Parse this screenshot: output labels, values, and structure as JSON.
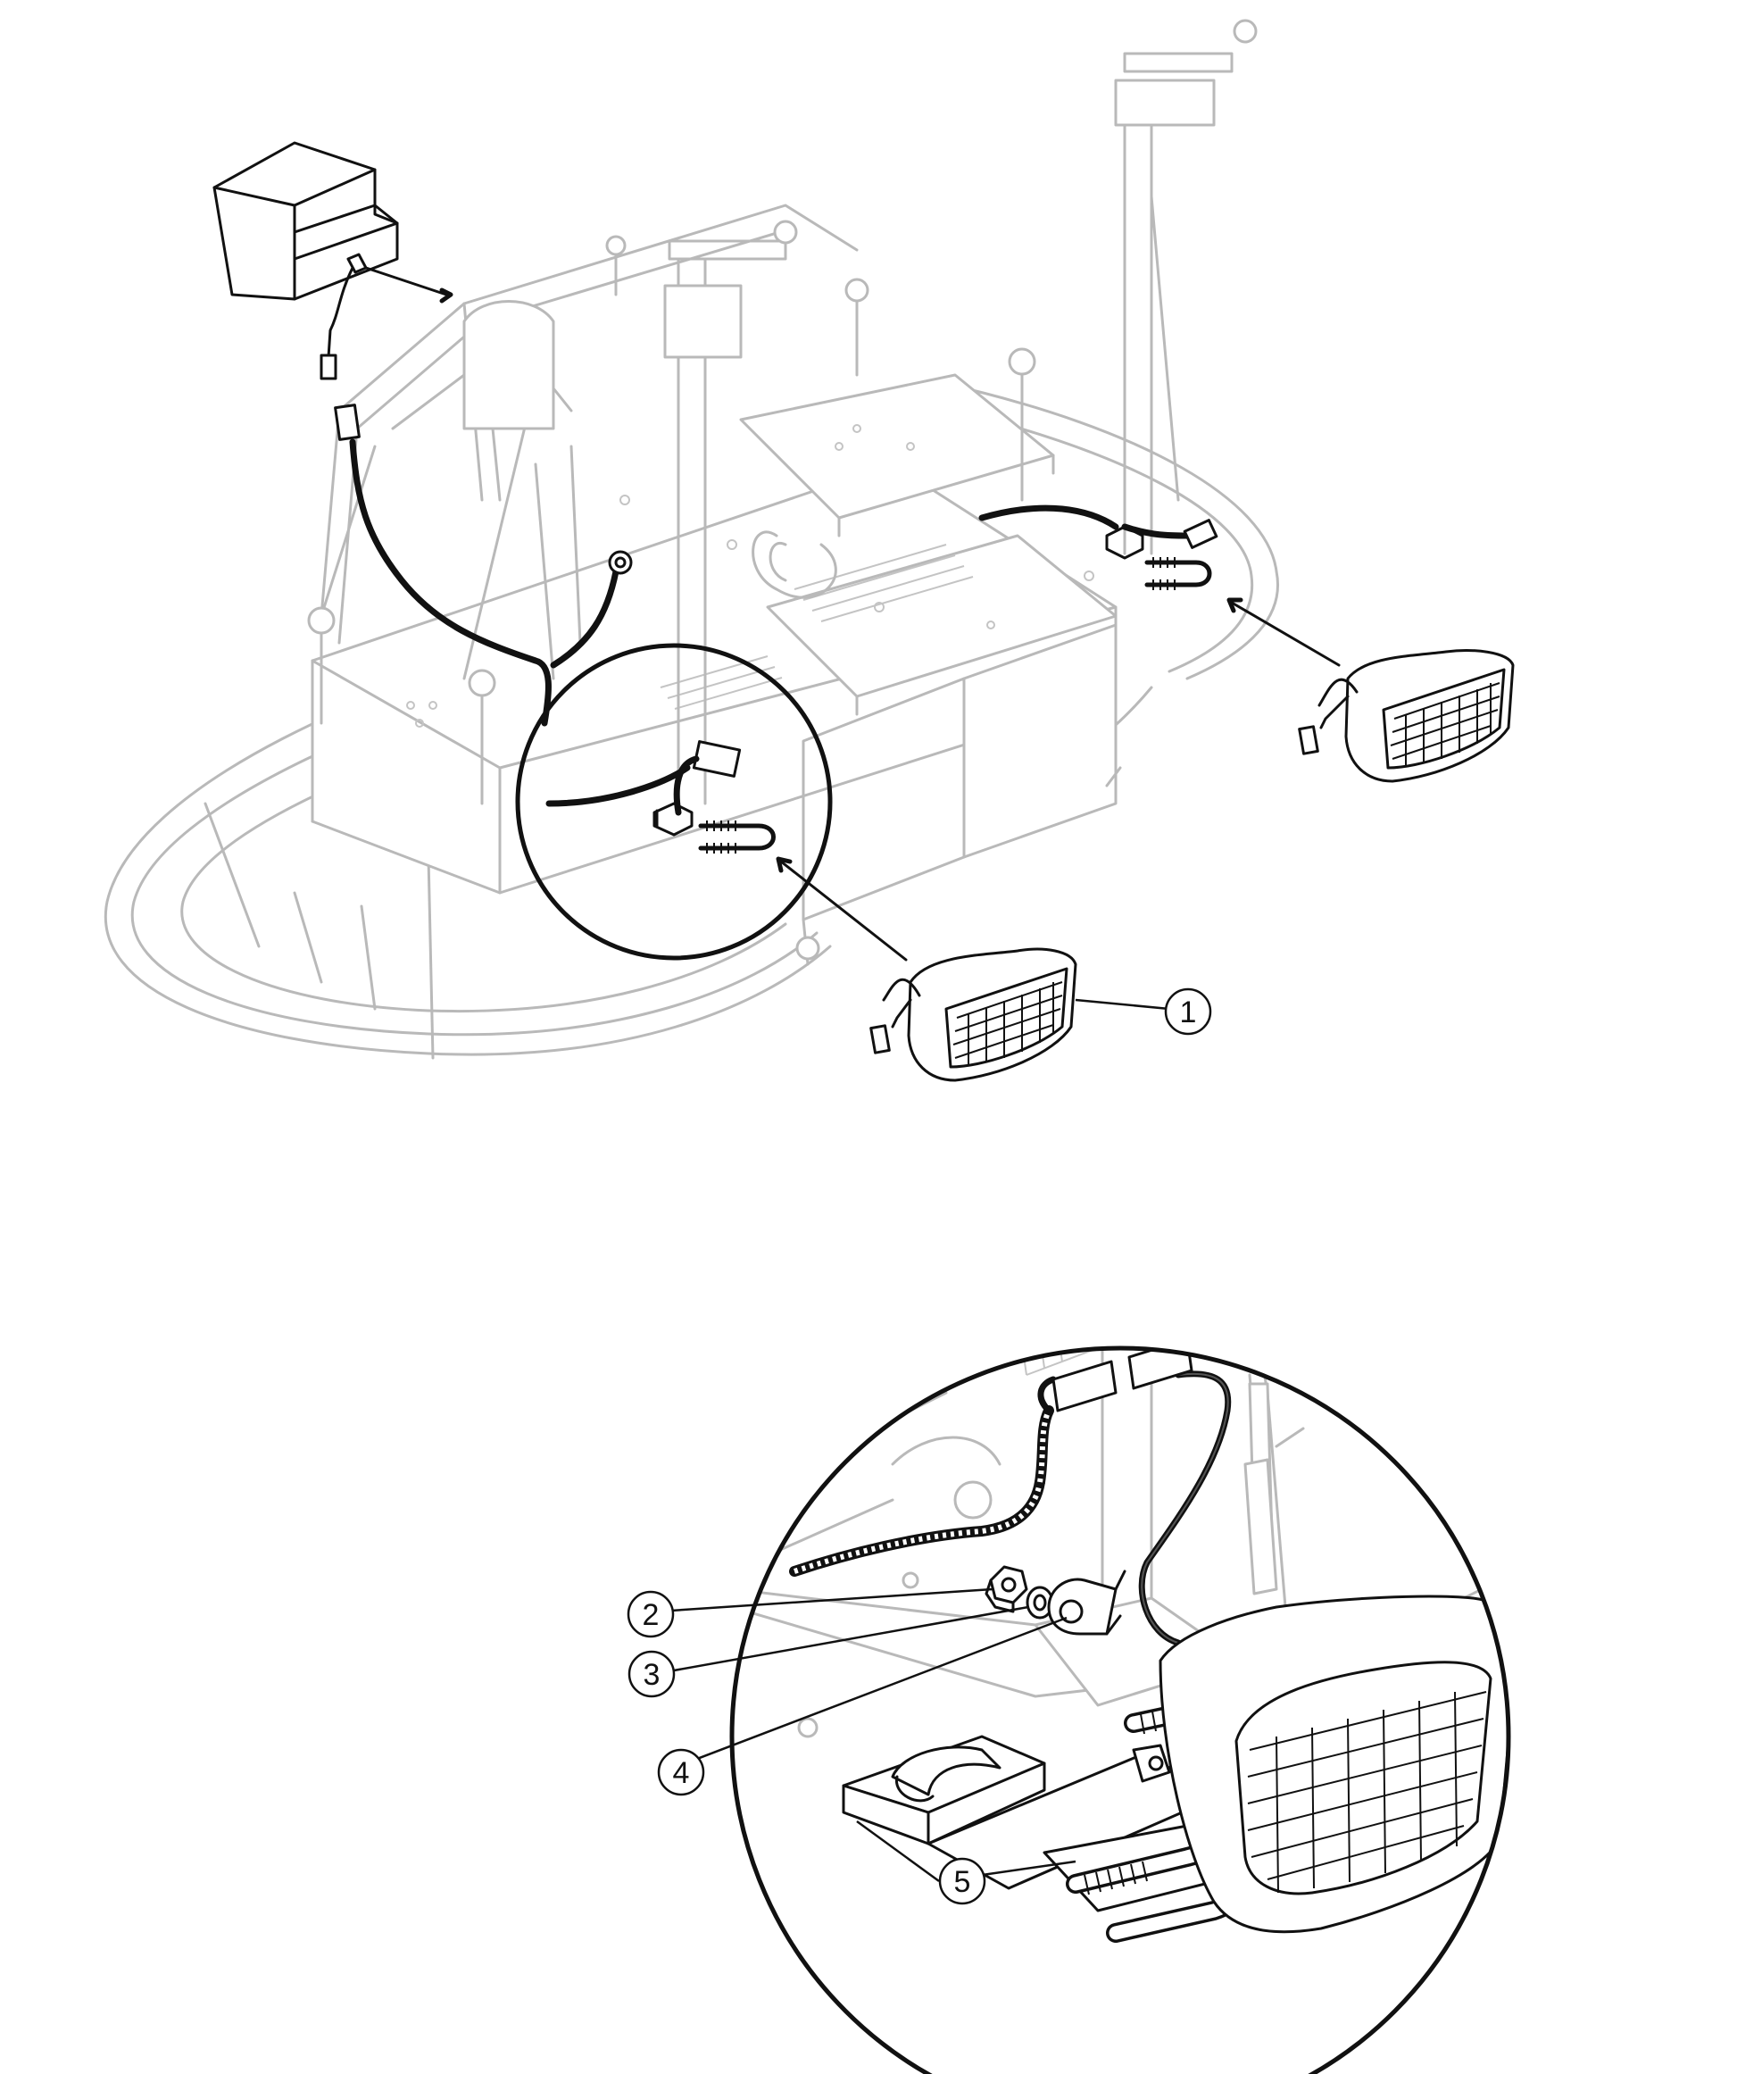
{
  "callouts": [
    {
      "label": "1"
    },
    {
      "label": "2"
    },
    {
      "label": "3"
    },
    {
      "label": "4"
    },
    {
      "label": "5"
    }
  ],
  "colors": {
    "ink": "#111111",
    "ghost": "#b9b9b9",
    "background": "#ffffff"
  },
  "icons": [
    "headlight-icon",
    "control-box-icon",
    "u-bolt-icon",
    "hex-nut-icon",
    "washer-icon",
    "ring-terminal-icon",
    "mounting-bracket-icon"
  ]
}
